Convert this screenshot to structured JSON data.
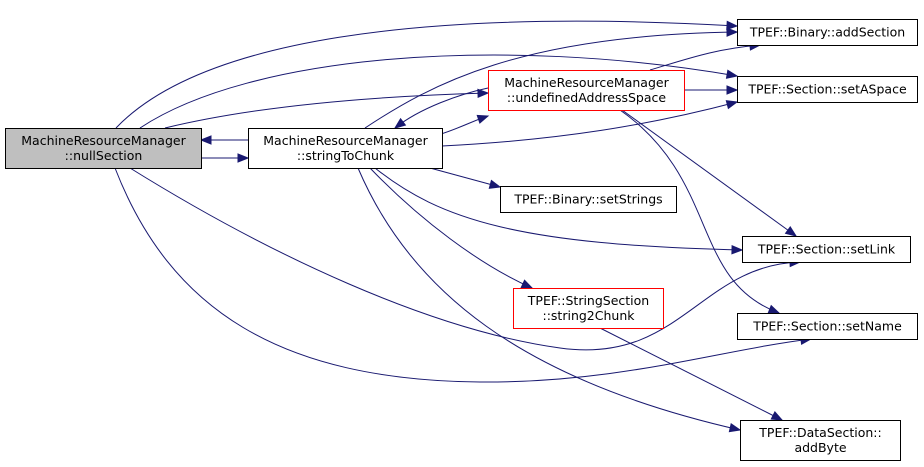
{
  "colors": {
    "edge": "#191970",
    "border_default": "#000000",
    "border_incomplete": "#ff0000",
    "fill_focus": "#bfbfbf",
    "fill_default": "#ffffff"
  },
  "nodes": {
    "null_section": {
      "lines": [
        "MachineResourceManager",
        "::nullSection"
      ],
      "style": "focus"
    },
    "string_to_chunk": {
      "lines": [
        "MachineResourceManager",
        "::stringToChunk"
      ],
      "style": "default"
    },
    "undefined_address_space": {
      "lines": [
        "MachineResourceManager",
        "::undefinedAddressSpace"
      ],
      "style": "incomplete"
    },
    "add_section": {
      "lines": [
        "TPEF::Binary::addSection"
      ],
      "style": "default"
    },
    "set_aspace": {
      "lines": [
        "TPEF::Section::setASpace"
      ],
      "style": "default"
    },
    "set_strings": {
      "lines": [
        "TPEF::Binary::setStrings"
      ],
      "style": "default"
    },
    "set_link": {
      "lines": [
        "TPEF::Section::setLink"
      ],
      "style": "default"
    },
    "string2chunk": {
      "lines": [
        "TPEF::StringSection",
        "::string2Chunk"
      ],
      "style": "incomplete"
    },
    "set_name": {
      "lines": [
        "TPEF::Section::setName"
      ],
      "style": "default"
    },
    "add_byte": {
      "lines": [
        "TPEF::DataSection::",
        "addByte"
      ],
      "style": "default"
    }
  },
  "edges": [
    {
      "from": "null_section",
      "to": "add_section"
    },
    {
      "from": "null_section",
      "to": "set_aspace"
    },
    {
      "from": "null_section",
      "to": "undefined_address_space"
    },
    {
      "from": "null_section",
      "to": "string_to_chunk"
    },
    {
      "from": "null_section",
      "to": "set_link"
    },
    {
      "from": "null_section",
      "to": "set_name"
    },
    {
      "from": "string_to_chunk",
      "to": "null_section"
    },
    {
      "from": "string_to_chunk",
      "to": "add_section"
    },
    {
      "from": "string_to_chunk",
      "to": "undefined_address_space"
    },
    {
      "from": "string_to_chunk",
      "to": "set_aspace"
    },
    {
      "from": "string_to_chunk",
      "to": "set_strings"
    },
    {
      "from": "string_to_chunk",
      "to": "set_link"
    },
    {
      "from": "string_to_chunk",
      "to": "string2chunk"
    },
    {
      "from": "string_to_chunk",
      "to": "add_byte"
    },
    {
      "from": "undefined_address_space",
      "to": "string_to_chunk"
    },
    {
      "from": "undefined_address_space",
      "to": "add_section"
    },
    {
      "from": "undefined_address_space",
      "to": "set_aspace"
    },
    {
      "from": "undefined_address_space",
      "to": "set_link"
    },
    {
      "from": "undefined_address_space",
      "to": "set_name"
    },
    {
      "from": "string2chunk",
      "to": "add_byte"
    }
  ]
}
